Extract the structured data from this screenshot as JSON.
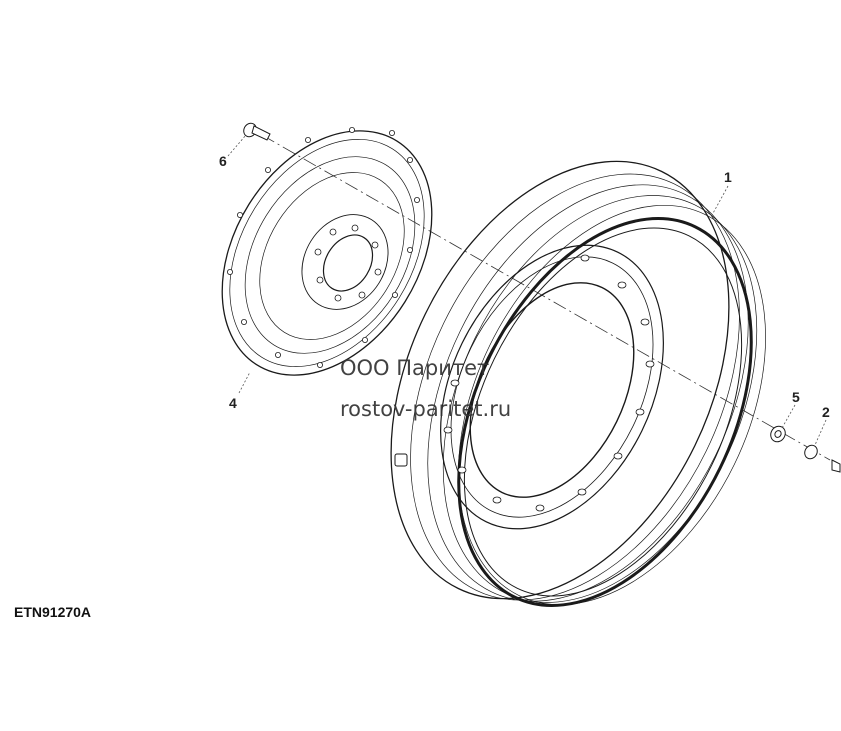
{
  "diagram": {
    "callouts": {
      "wheel": "1",
      "nut": "2",
      "disc": "4",
      "washer": "5",
      "bolt": "6"
    },
    "figure_id": "ETN91270A"
  },
  "watermark": {
    "line1": "ООО Паритет",
    "line2": "rostov-paritet.ru"
  },
  "colors": {
    "line": "#1a1a1a",
    "background": "#ffffff"
  }
}
